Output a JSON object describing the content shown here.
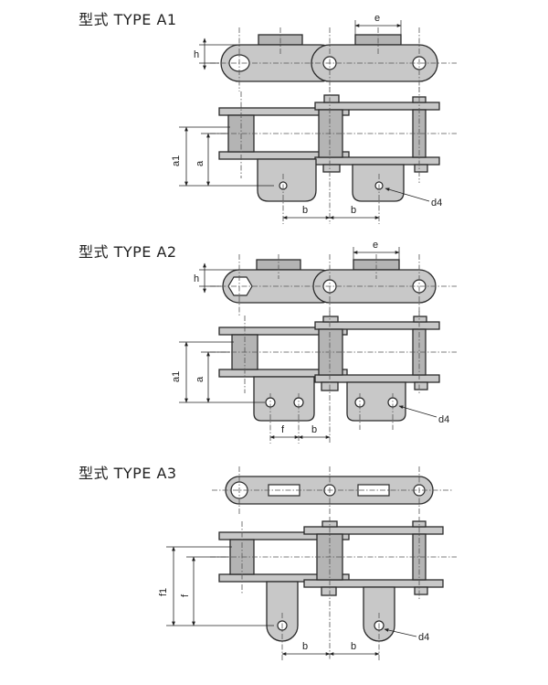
{
  "types": [
    {
      "title": "型式 TYPE A1",
      "labels": {
        "h": "h",
        "e": "e",
        "a1": "a1",
        "a": "a",
        "b1": "b",
        "b2": "b",
        "d4": "d4"
      }
    },
    {
      "title": "型式 TYPE A2",
      "labels": {
        "h": "h",
        "e": "e",
        "a1": "a1",
        "a": "a",
        "f": "f",
        "b": "b",
        "d4": "d4"
      }
    },
    {
      "title": "型式 TYPE A3",
      "labels": {
        "f1": "f1",
        "f": "f",
        "b1": "b",
        "b2": "b",
        "d4": "d4"
      }
    }
  ]
}
